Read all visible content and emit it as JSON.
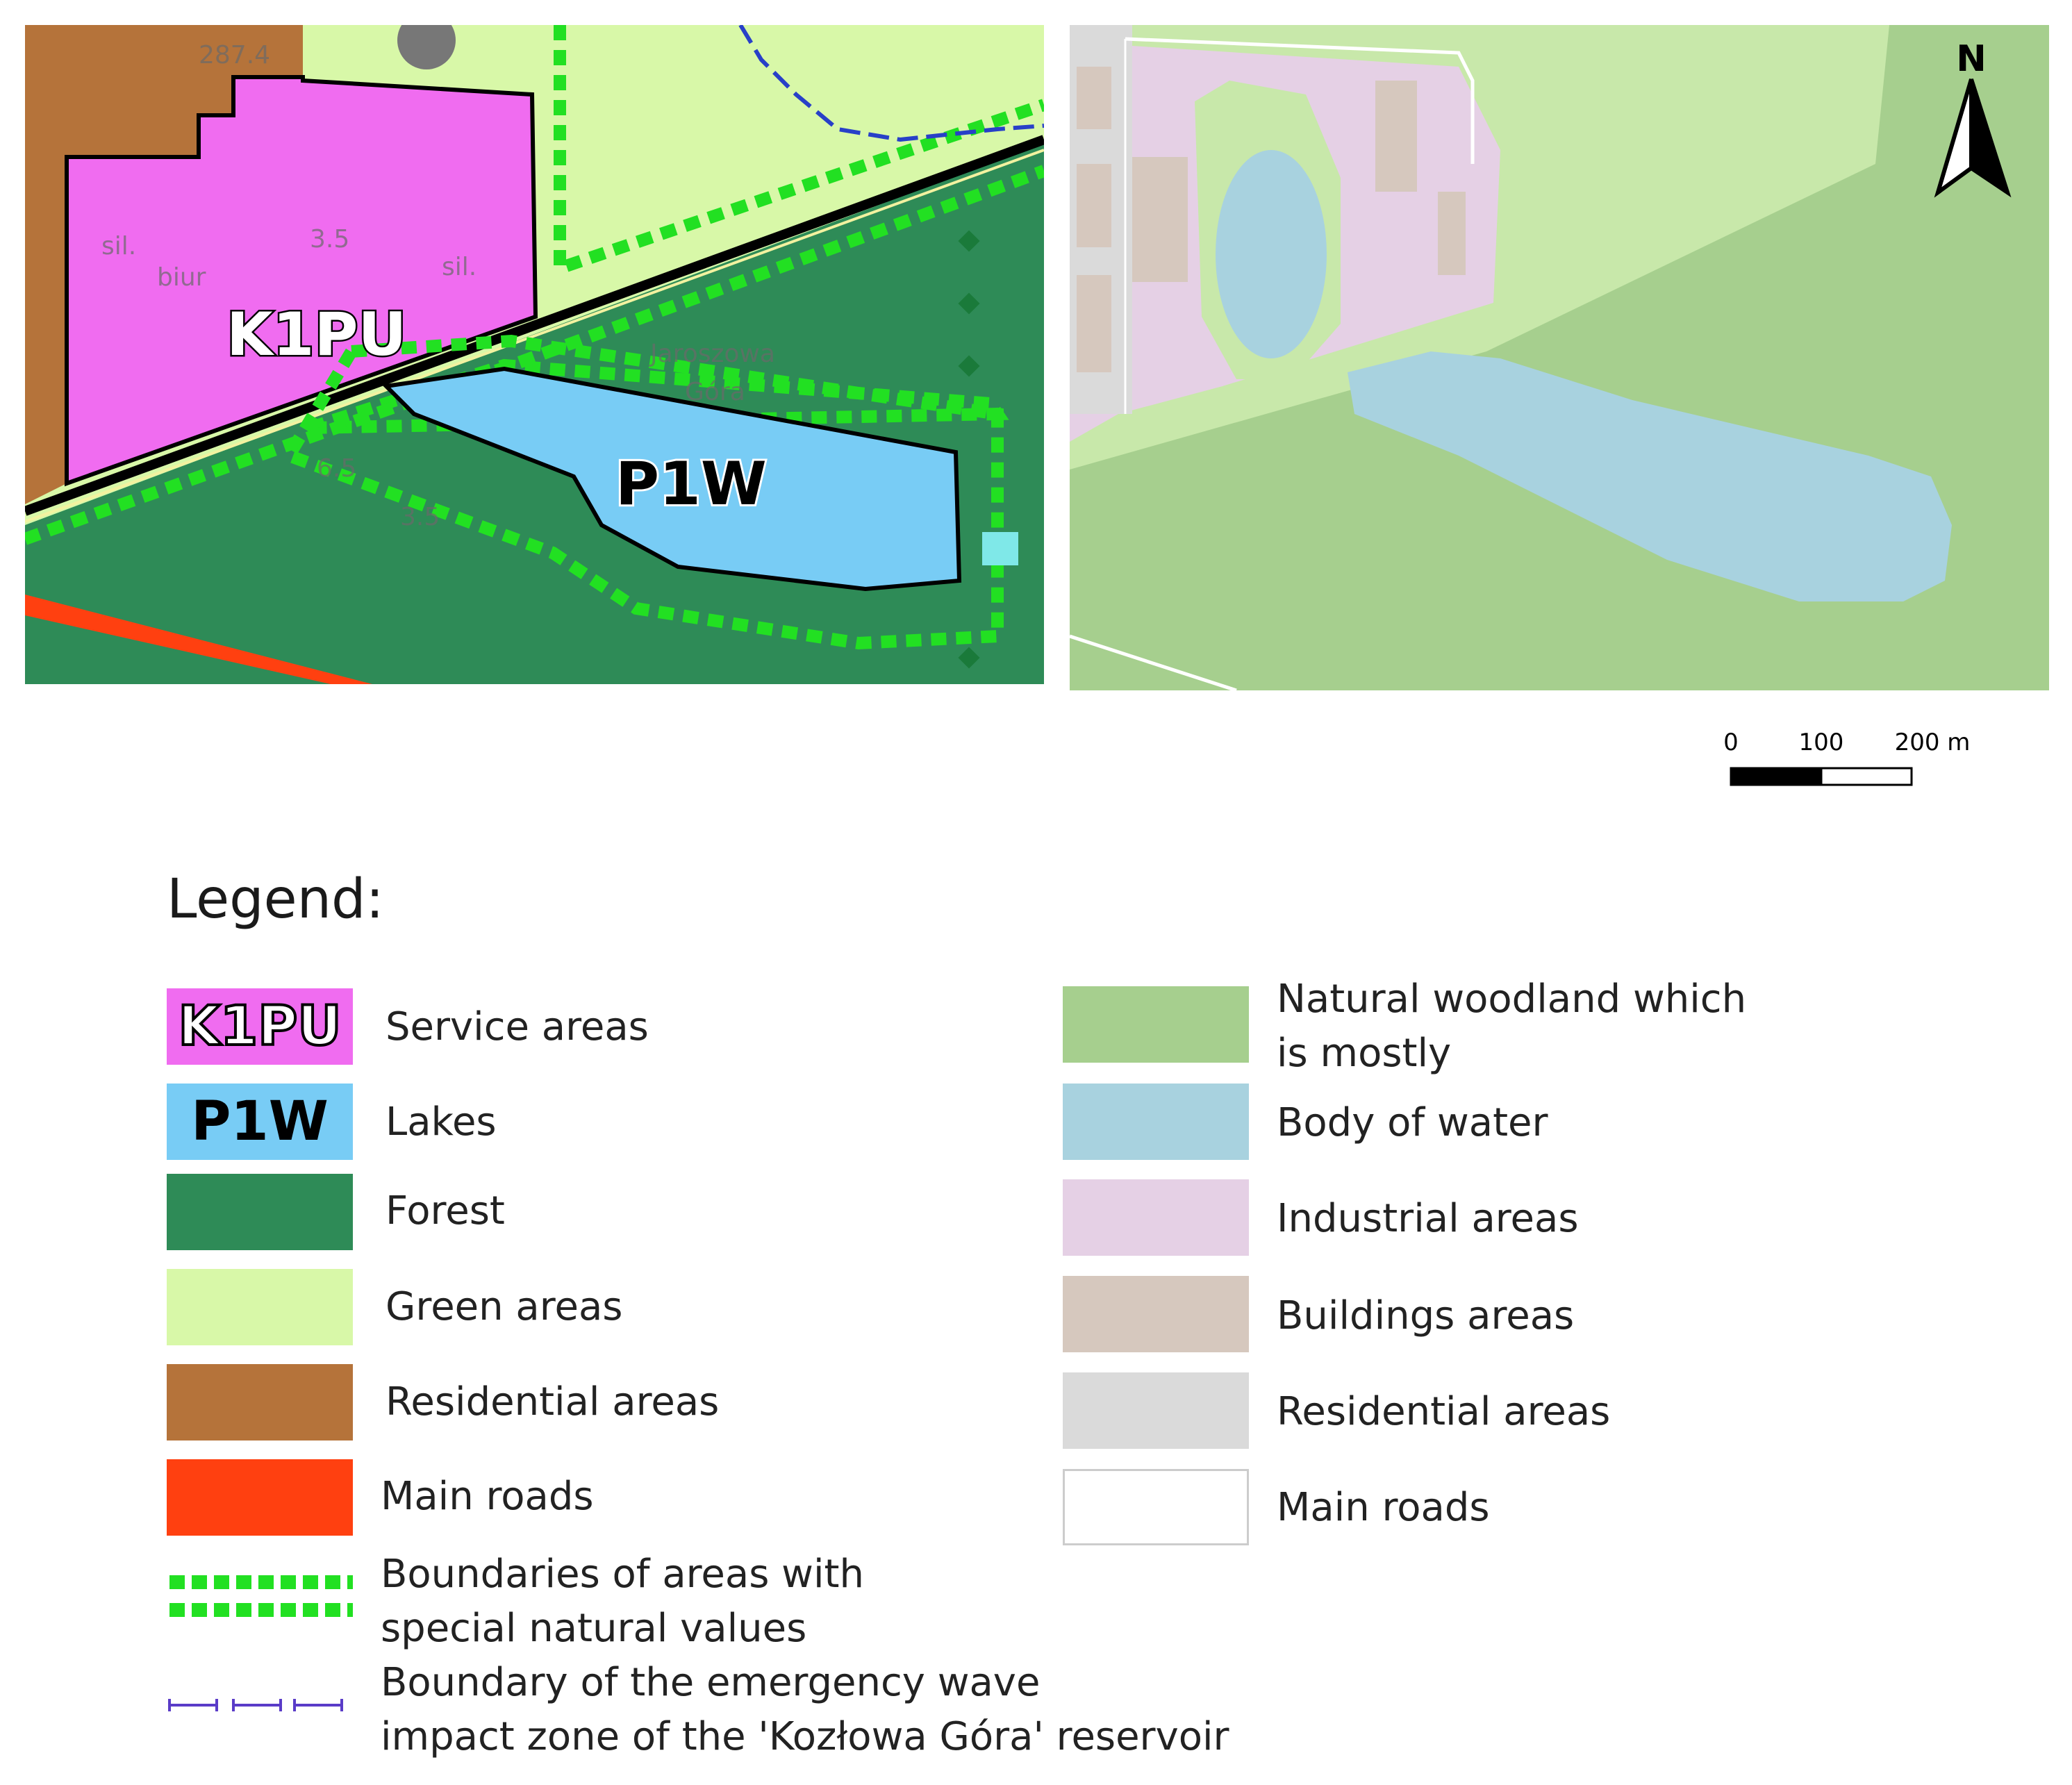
{
  "left_map": {
    "zone_label_service": "K1PU",
    "zone_label_lake": "P1W",
    "faint_labels": [
      "287.4",
      "sil.",
      "biur",
      "sil.",
      "3.5",
      "6.5",
      "3.5",
      "Jaroszowa",
      "Góra"
    ],
    "colors": {
      "service": "#f06cf0",
      "lake": "#78ccf5",
      "forest": "#2e8b57",
      "green": "#d8f8a8",
      "residential": "#b5733a",
      "road": "#ff4010",
      "special_boundary": "#22e022",
      "emergency_boundary": "#2840c8"
    }
  },
  "right_map": {
    "colors": {
      "woodland": "#a6cf8e",
      "water": "#a8d2df",
      "industrial": "#e5d0e5",
      "buildings": "#d6c8be",
      "residential": "#dadada",
      "roads": "#ffffff"
    },
    "north_label": "N"
  },
  "scalebar": {
    "ticks": [
      "0",
      "100",
      "200 m"
    ]
  },
  "legend": {
    "title": "Legend:",
    "left": [
      {
        "code": "K1PU",
        "label": "Service areas",
        "color": "#f06cf0"
      },
      {
        "code": "P1W",
        "label": "Lakes",
        "color": "#78ccf5"
      },
      {
        "label": "Forest",
        "color": "#2e8b57"
      },
      {
        "label": "Green areas",
        "color": "#d8f8a8"
      },
      {
        "label": "Residential areas",
        "color": "#b5733a"
      },
      {
        "label": "Main roads",
        "color": "#ff4010"
      },
      {
        "label_line1": "Boundaries of areas with",
        "label_line2": "special natural values",
        "color": "#22e022"
      },
      {
        "label_line1": "Boundary of the emergency wave",
        "label_line2": "impact zone of the 'Kozłowa Góra' reservoir",
        "color": "#5a3cc8"
      }
    ],
    "right": [
      {
        "label_line1": "Natural woodland which",
        "label_line2": "is mostly",
        "color": "#a6cf8e"
      },
      {
        "label": "Body of water",
        "color": "#a8d2df"
      },
      {
        "label": "Industrial areas",
        "color": "#e5d0e5"
      },
      {
        "label": "Buildings areas",
        "color": "#d6c8be"
      },
      {
        "label": "Residential areas",
        "color": "#dadada"
      },
      {
        "label": "Main roads",
        "color": "#ffffff"
      }
    ]
  }
}
